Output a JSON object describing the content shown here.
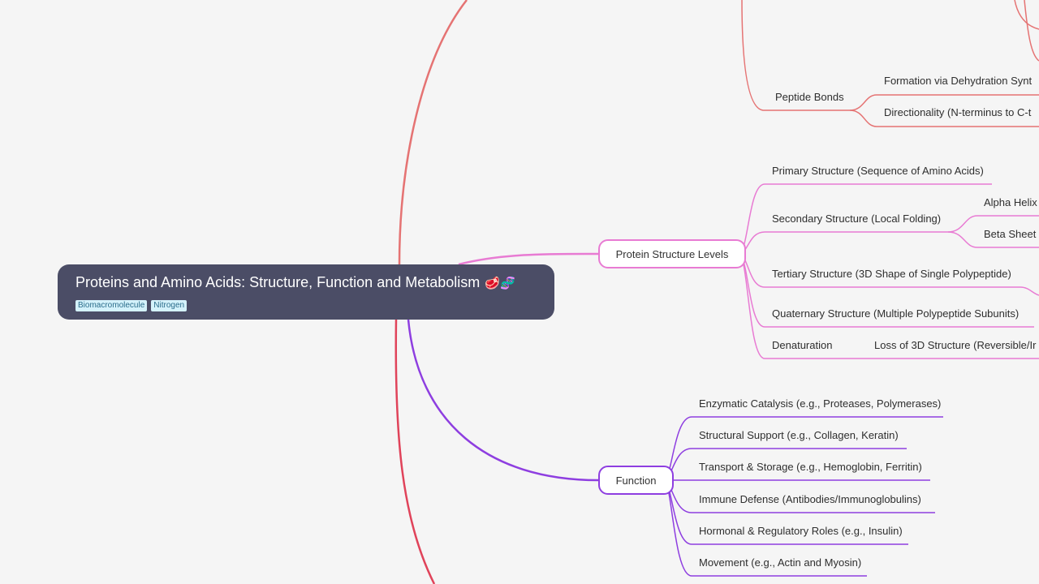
{
  "root": {
    "title": "Proteins and Amino Acids: Structure, Function and Metabolism",
    "emoji": "🥩🧬",
    "tags": [
      "Biomacromolecule",
      "Nitrogen"
    ]
  },
  "branches": {
    "peptide_bonds": {
      "label": "Peptide Bonds",
      "children": [
        "Formation via Dehydration Synt",
        "Directionality (N-terminus to C-t"
      ]
    },
    "structure": {
      "label": "Protein Structure Levels",
      "children": {
        "primary": "Primary Structure (Sequence of Amino Acids)",
        "secondary": "Secondary Structure (Local Folding)",
        "alpha": "Alpha Helix",
        "beta": "Beta Sheet",
        "tertiary": "Tertiary Structure (3D Shape of Single Polypeptide)",
        "quaternary": "Quaternary Structure (Multiple Polypeptide Subunits)",
        "denaturation": "Denaturation",
        "denat_child": "Loss of 3D Structure (Reversible/Ir"
      }
    },
    "function": {
      "label": "Function",
      "children": [
        "Enzymatic Catalysis (e.g., Proteases, Polymerases)",
        "Structural Support (e.g., Collagen, Keratin)",
        "Transport & Storage (e.g., Hemoglobin, Ferritin)",
        "Immune Defense (Antibodies/Immunoglobulins)",
        "Hormonal & Regulatory Roles (e.g., Insulin)",
        "Movement (e.g., Actin and Myosin)"
      ]
    }
  },
  "colors": {
    "background": "#f5f5f5",
    "root": "#4b4d66",
    "red_branch": "#e57373",
    "pink_branch": "#e87bd3",
    "purple_branch": "#8e3ee0",
    "crimson_branch": "#e0435a",
    "tag_bg": "#d4f2fb"
  }
}
